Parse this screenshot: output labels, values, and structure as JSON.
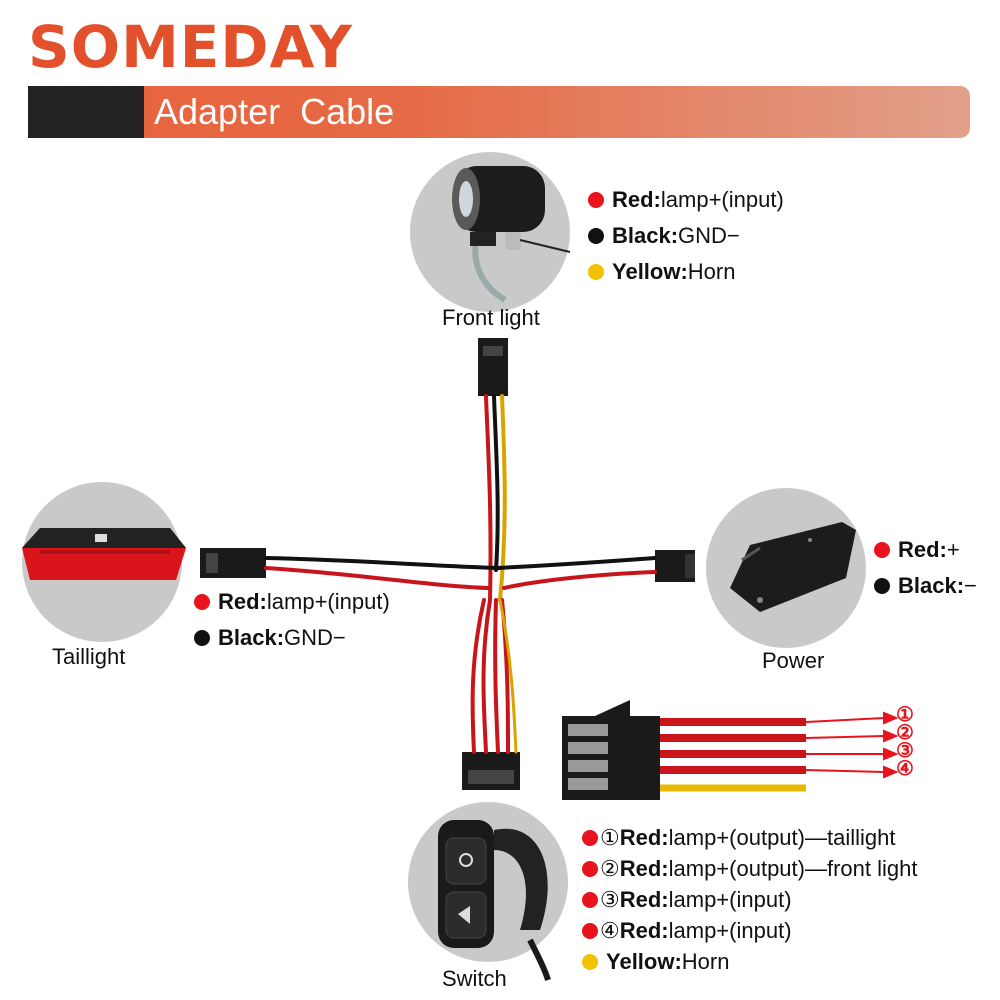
{
  "brand": {
    "logo_text": "SOMEDAY"
  },
  "banner": {
    "title": "Adapter  Cable"
  },
  "colors": {
    "red": "#e8131c",
    "black": "#111111",
    "yellow": "#f2c200",
    "accent": "#e2512c"
  },
  "front_light": {
    "caption": "Front light",
    "legend": [
      {
        "color": "red",
        "name": "Red:",
        "desc": "lamp+(input)"
      },
      {
        "color": "black",
        "name": "Black:",
        "desc": "GND−"
      },
      {
        "color": "yellow",
        "name": "Yellow:",
        "desc": "Horn"
      }
    ]
  },
  "taillight": {
    "caption": "Taillight",
    "legend": [
      {
        "color": "red",
        "name": "Red:",
        "desc": "lamp+(input)"
      },
      {
        "color": "black",
        "name": "Black:",
        "desc": "GND−"
      }
    ]
  },
  "power": {
    "caption": "Power",
    "legend": [
      {
        "color": "red",
        "name": "Red:",
        "desc": "+"
      },
      {
        "color": "black",
        "name": "Black:",
        "desc": "−"
      }
    ]
  },
  "connector_pins": [
    "①",
    "②",
    "③",
    "④"
  ],
  "switch": {
    "caption": "Switch",
    "legend": [
      {
        "color": "red",
        "num": "①",
        "name": "Red:",
        "desc": "lamp+(output)—taillight"
      },
      {
        "color": "red",
        "num": "②",
        "name": "Red:",
        "desc": "lamp+(output)—front light"
      },
      {
        "color": "red",
        "num": "③",
        "name": "Red:",
        "desc": "lamp+(input)"
      },
      {
        "color": "red",
        "num": "④",
        "name": "Red:",
        "desc": "lamp+(input)"
      },
      {
        "color": "yellow",
        "num": "",
        "name": "Yellow:",
        "desc": "Horn"
      }
    ]
  }
}
